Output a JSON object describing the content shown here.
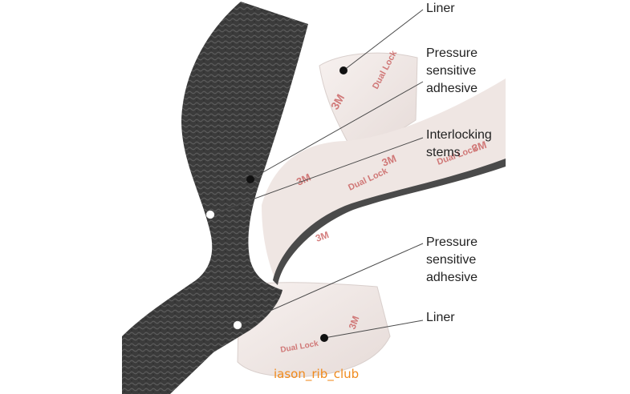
{
  "diagram": {
    "callouts": {
      "liner_top": "Liner",
      "psa_top": "Pressure\nsensitive\nadhesive",
      "stems": "Interlocking\nstems",
      "psa_bottom": "Pressure\nsensitive\nadhesive",
      "liner_bottom": "Liner"
    },
    "tape_print": {
      "logo": "3M",
      "product": "Dual Lock"
    },
    "watermark": "iason_rib_club",
    "colors": {
      "stems_strip": "#3a3a3a",
      "liner": "#f1e9e6",
      "print": "#c85a5a",
      "leader_line": "#4a4a4a",
      "watermark": "#f08a1c"
    }
  }
}
